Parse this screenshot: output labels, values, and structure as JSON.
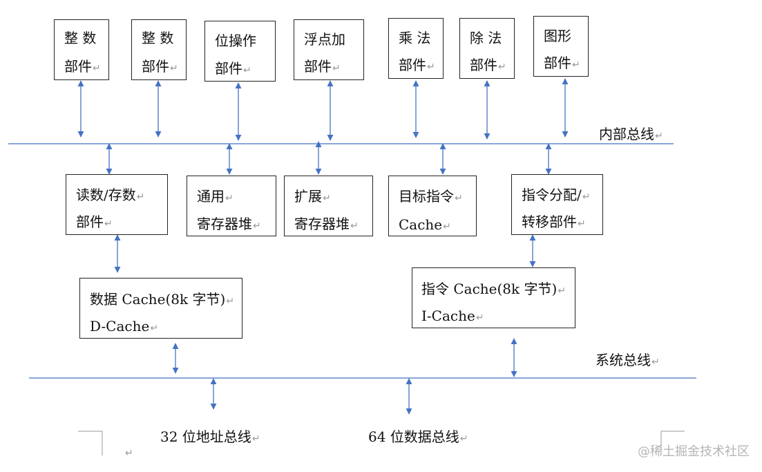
{
  "units": [
    {
      "line1": "整 数",
      "line2": "部件"
    },
    {
      "line1": "整 数",
      "line2": "部件"
    },
    {
      "line1": "位操作",
      "line2": "部件"
    },
    {
      "line1": "浮点加",
      "line2": "部件"
    },
    {
      "line1": "乘 法",
      "line2": "部件"
    },
    {
      "line1": "除 法",
      "line2": "部件"
    },
    {
      "line1": "图形",
      "line2": "部件"
    }
  ],
  "middle": [
    {
      "line1": "读数/存数",
      "line2": "部件"
    },
    {
      "line1": "通用",
      "line2": "寄存器堆"
    },
    {
      "line1": "扩展",
      "line2": "寄存器堆"
    },
    {
      "line1": "目标指令",
      "line2": "Cache"
    },
    {
      "line1": "指令分配/",
      "line2": "转移部件"
    }
  ],
  "caches": {
    "data": {
      "line1": "数据 Cache(8k 字节)",
      "line2": "D-Cache"
    },
    "instr": {
      "line1": "指令 Cache(8k 字节)",
      "line2": "I-Cache"
    }
  },
  "buses": {
    "internal": "内部总线",
    "system": "系统总线",
    "addr": "32 位地址总线",
    "data": "64 位数据总线"
  },
  "paragraph_mark": "↵",
  "watermark": "@稀土掘金技术社区",
  "colors": {
    "arrow": "#4472c4",
    "bus": "#4472c4",
    "border": "#222222"
  }
}
